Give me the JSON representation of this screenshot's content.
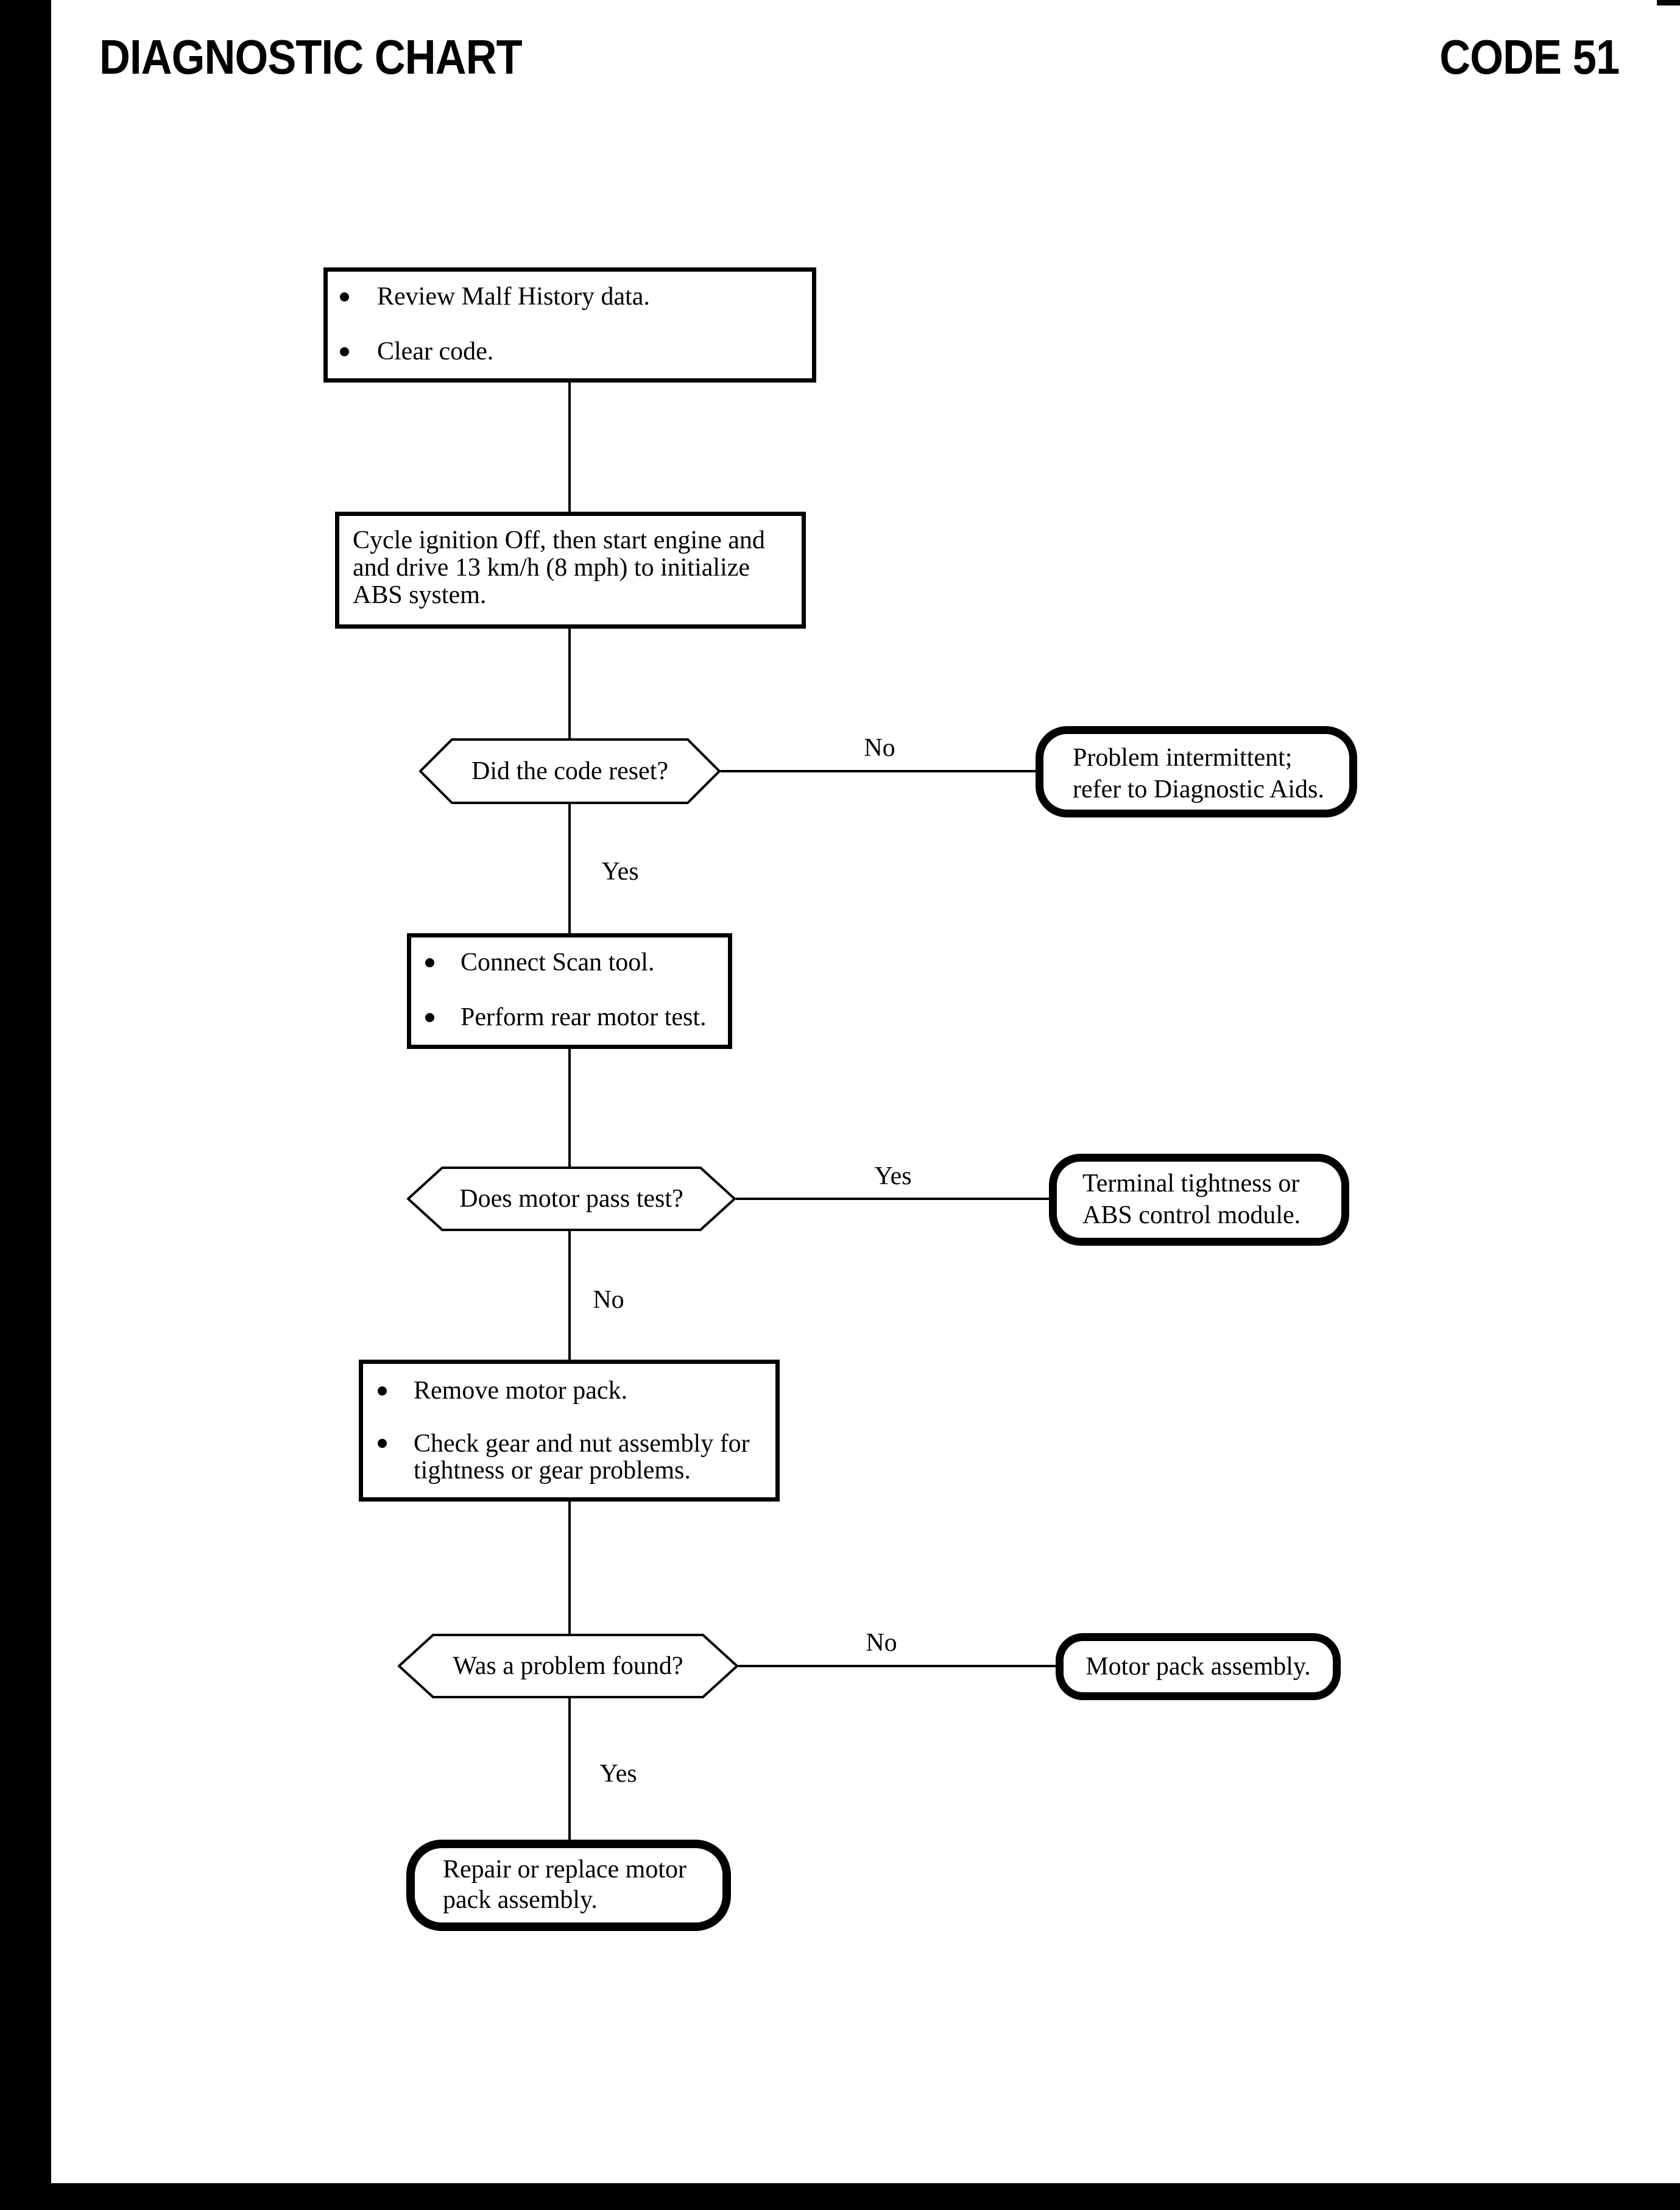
{
  "page": {
    "background": "#ffffff",
    "ink": "#000000"
  },
  "header": {
    "left_title": "DIAGNOSTIC CHART",
    "right_title": "CODE 51"
  },
  "flow": {
    "step1": {
      "bullets": [
        "Review Malf History data.",
        "Clear code."
      ]
    },
    "step2": {
      "lines": [
        "Cycle ignition Off, then start engine and",
        "and drive 13 km/h (8 mph) to initialize",
        "ABS system."
      ]
    },
    "decision1": {
      "question": "Did the code reset?",
      "no_label": "No",
      "yes_label": "Yes"
    },
    "result1": {
      "lines": [
        "Problem intermittent;",
        "refer to Diagnostic Aids."
      ]
    },
    "step3": {
      "bullets": [
        "Connect Scan tool.",
        "Perform rear motor test."
      ]
    },
    "decision2": {
      "question": "Does motor pass test?",
      "yes_label": "Yes",
      "no_label": "No"
    },
    "result2": {
      "lines": [
        "Terminal tightness or",
        "ABS control module."
      ]
    },
    "step4": {
      "items": [
        {
          "lines": [
            "Remove motor pack."
          ]
        },
        {
          "lines": [
            "Check gear and nut assembly for",
            "tightness or gear problems."
          ]
        }
      ]
    },
    "decision3": {
      "question": "Was a problem found?",
      "no_label": "No",
      "yes_label": "Yes"
    },
    "result3": {
      "lines": [
        "Motor pack assembly."
      ]
    },
    "result4": {
      "lines": [
        "Repair or replace motor",
        "pack assembly."
      ]
    }
  }
}
